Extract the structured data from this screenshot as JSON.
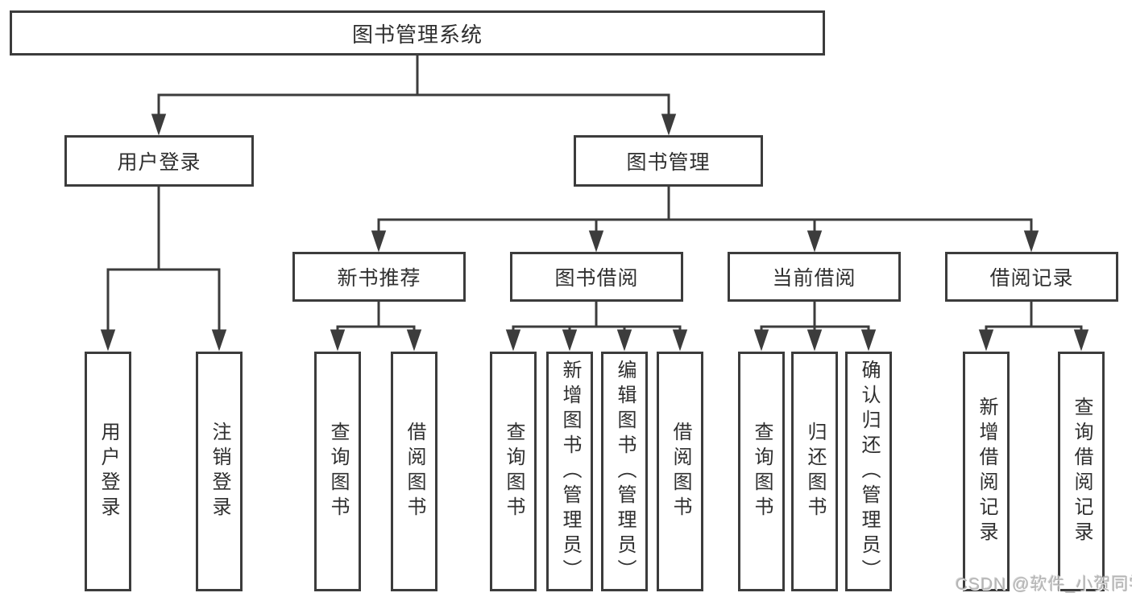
{
  "diagram": {
    "root": {
      "label": "图书管理系统"
    },
    "level2": {
      "user_login": {
        "label": "用户登录"
      },
      "book_management": {
        "label": "图书管理"
      }
    },
    "level3": {
      "new_book_recommend": {
        "label": "新书推荐"
      },
      "book_borrowing": {
        "label": "图书借阅"
      },
      "current_borrowing": {
        "label": "当前借阅"
      },
      "borrowing_records": {
        "label": "借阅记录"
      }
    },
    "leaves": {
      "user_login": {
        "label": "用户登录"
      },
      "logout": {
        "label": "注销登录"
      },
      "recommend_query_books": {
        "label": "查询图书"
      },
      "recommend_borrow_books": {
        "label": "借阅图书"
      },
      "borrow_query_books": {
        "label": "查询图书"
      },
      "borrow_add_books": {
        "label": "新增图书（管理员）"
      },
      "borrow_edit_books": {
        "label": "编辑图书（管理员）"
      },
      "borrow_borrow_books": {
        "label": "借阅图书"
      },
      "current_query_books": {
        "label": "查询图书"
      },
      "current_return_books": {
        "label": "归还图书"
      },
      "current_confirm_return": {
        "label": "确认归还（管理员）"
      },
      "records_add_record": {
        "label": "新增借阅记录"
      },
      "records_query_record": {
        "label": "查询借阅记录"
      }
    }
  },
  "watermark": {
    "text": "CSDN @软件_小贺同学"
  },
  "colors": {
    "line": "#3c3c3c",
    "text": "#2f2f2f",
    "background": "#ffffff",
    "watermark": "#b5b5b5"
  }
}
